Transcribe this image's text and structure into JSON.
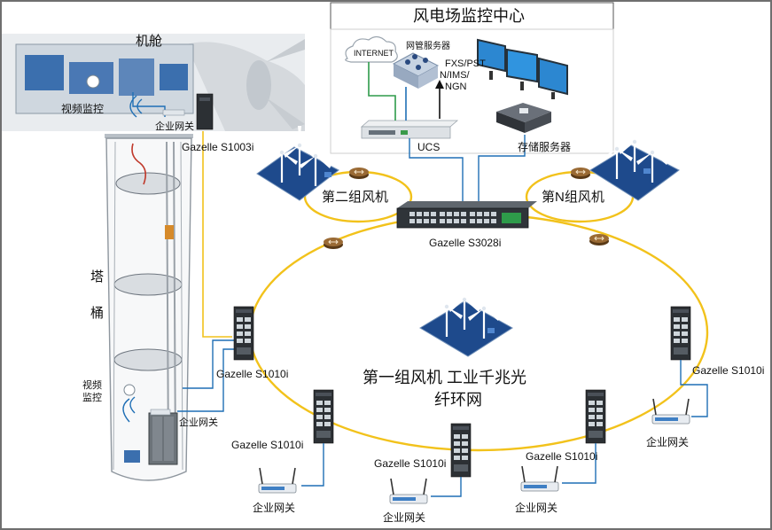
{
  "title": "风电场监控中心",
  "control_center": {
    "internet": "INTERNET",
    "nms_server": "网管服务器",
    "fxs_line1": "FXS/PST",
    "fxs_line2": "N/IMS/",
    "fxs_line3": "NGN",
    "ucs": "UCS",
    "storage": "存储服务器"
  },
  "nacelle": {
    "label": "机舱",
    "video": "视频监控",
    "gateway": "企业网关",
    "switch": "Gazelle S1003i"
  },
  "tower": {
    "char1": "塔",
    "char2": "桶",
    "video_line1": "视频",
    "video_line2": "监控",
    "gateway": "企业网关",
    "switch": "Gazelle S1010i"
  },
  "core_switch": "Gazelle S3028i",
  "group2": "第二组风机",
  "groupN": "第N组风机",
  "ring": {
    "line1": "第一组风机  工业千兆光",
    "line2": "纤环网"
  },
  "ring_nodes": [
    {
      "switch": "Gazelle S1010i",
      "gateway": "企业网关"
    },
    {
      "switch": "Gazelle S1010i",
      "gateway": "企业网关"
    },
    {
      "switch": "Gazelle S1010i",
      "gateway": "企业网关"
    },
    {
      "switch": "Gazelle S1010i",
      "gateway": "企业网关"
    }
  ],
  "colors": {
    "ring": "#f2c21b",
    "link": "#1f6fb5",
    "wind_farm": "#1e4a8c",
    "accent_green": "#2e9b4a"
  }
}
